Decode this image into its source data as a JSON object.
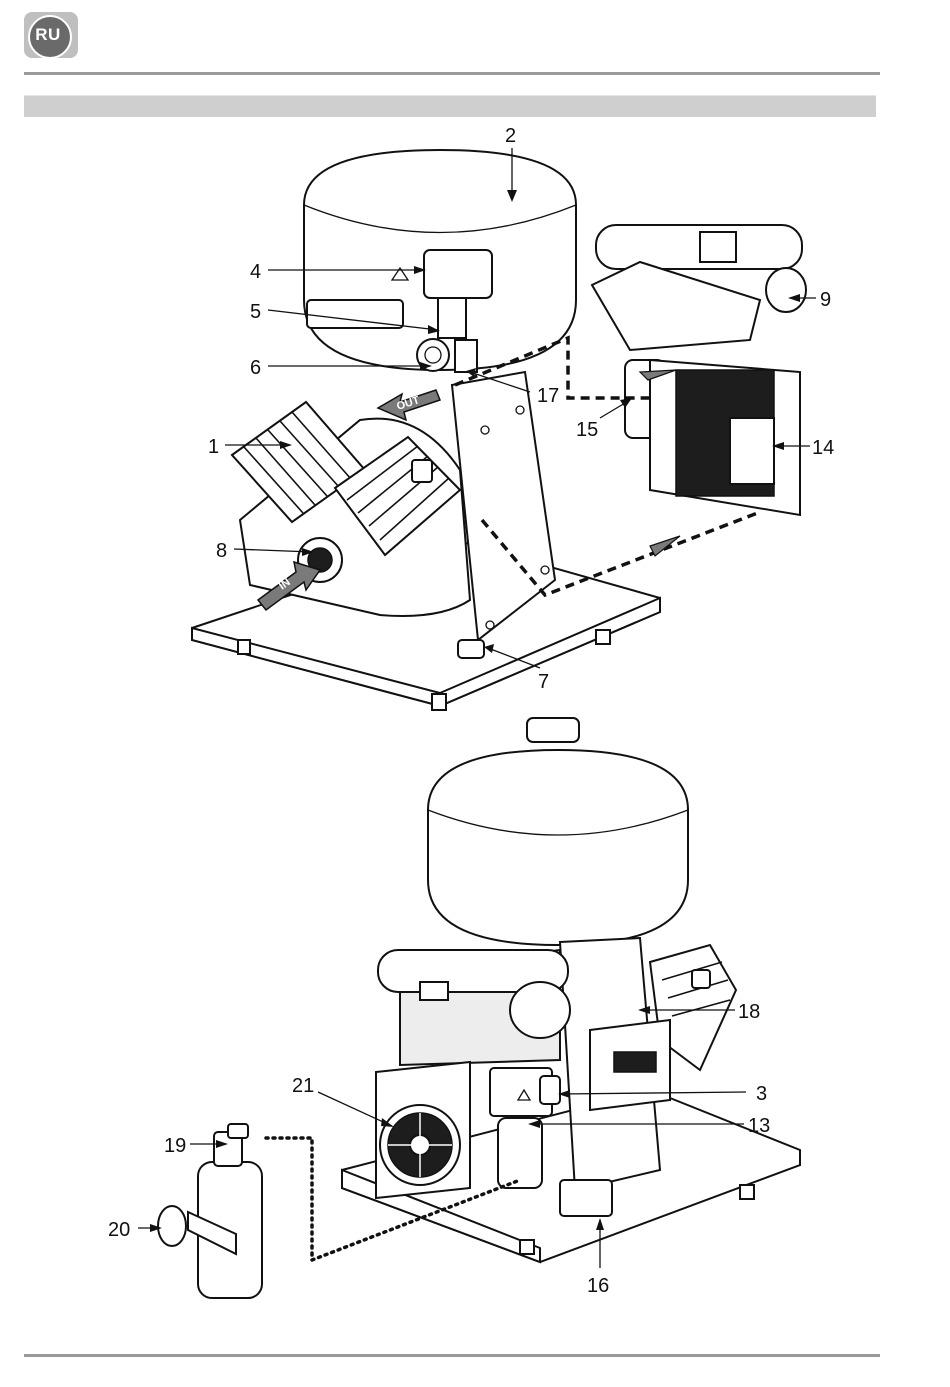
{
  "header": {
    "language_code": "RU"
  },
  "colors": {
    "rule": "#9a9a9a",
    "band": "#cfcfcf",
    "badge": "#6a6a6a",
    "flow_arrow": "#7a7a7a"
  },
  "icons": {
    "airflow_in": "arrow-in-icon",
    "airflow_out": "arrow-out-icon",
    "fan": "fan-icon"
  },
  "diagram_top": {
    "arrow_in_label": "IN",
    "arrow_out_label": "OUT",
    "callouts": [
      "1",
      "2",
      "4",
      "5",
      "6",
      "7",
      "8",
      "9",
      "14",
      "15",
      "17"
    ]
  },
  "diagram_bottom": {
    "callouts": [
      "3",
      "13",
      "16",
      "18",
      "19",
      "20",
      "21"
    ]
  }
}
